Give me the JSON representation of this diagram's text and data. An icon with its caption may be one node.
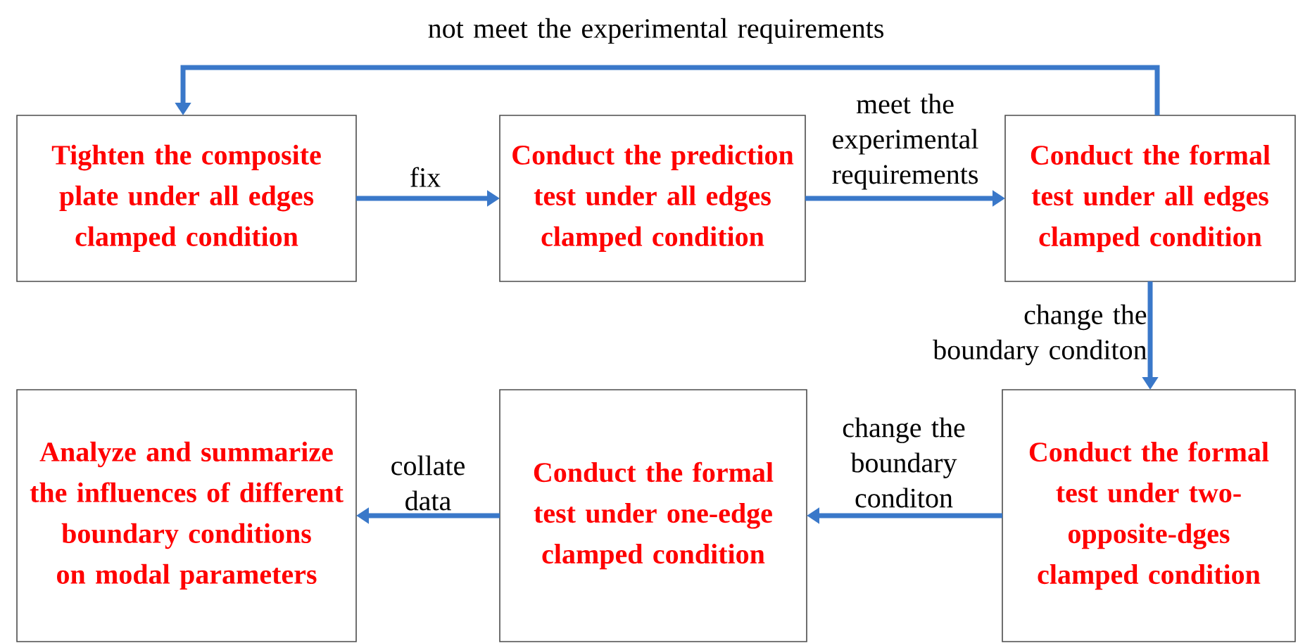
{
  "diagram": {
    "nodes": [
      {
        "text": [
          "Tighten the composite plate under all edges clamped condition"
        ]
      },
      {
        "text": [
          "Conduct the prediction test under all edges clamped condition"
        ]
      },
      {
        "text": [
          "Conduct the formal test under all edges clamped condition"
        ]
      },
      {
        "text": [
          "Analyze and summarize the influences of different boundary conditions on modal parameters"
        ]
      },
      {
        "text": [
          "Conduct the formal test under one-edge clamped condition"
        ]
      },
      {
        "text": [
          "Conduct the formal test under two-opposite-dges clamped condition"
        ]
      }
    ],
    "edges": [
      {
        "from": 0,
        "to": 1,
        "arrow": "to",
        "label": "fix"
      },
      {
        "from": 1,
        "to": 2,
        "arrow": "to",
        "label": "meet the experimental requirements"
      },
      {
        "from": 2,
        "to": 0,
        "arrow": "to",
        "label": "not meet the experimental requirements"
      },
      {
        "from": 2,
        "to": 5,
        "arrow": "to",
        "label": "change the boundary conditon"
      },
      {
        "from": 5,
        "to": 4,
        "arrow": "to",
        "label": "change the boundary conditon"
      },
      {
        "from": 4,
        "to": 3,
        "arrow": "to",
        "label": "collate data"
      }
    ]
  }
}
